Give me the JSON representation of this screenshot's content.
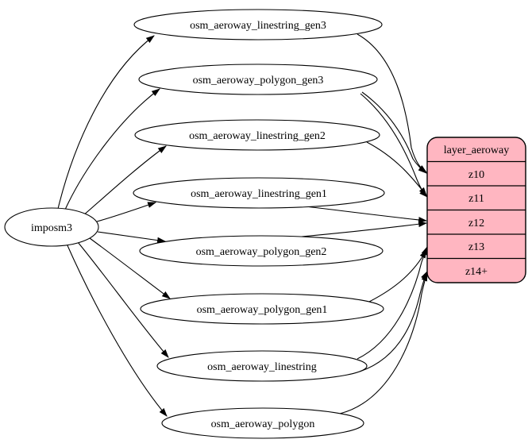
{
  "diagram": {
    "source": {
      "label": "imposm3"
    },
    "tables": [
      {
        "label": "osm_aeroway_linestring_gen3",
        "to": [
          "z10"
        ]
      },
      {
        "label": "osm_aeroway_polygon_gen3",
        "to": [
          "z10",
          "z11"
        ]
      },
      {
        "label": "osm_aeroway_linestring_gen2",
        "to": [
          "z11"
        ]
      },
      {
        "label": "osm_aeroway_linestring_gen1",
        "to": [
          "z12"
        ]
      },
      {
        "label": "osm_aeroway_polygon_gen2",
        "to": [
          "z12"
        ]
      },
      {
        "label": "osm_aeroway_polygon_gen1",
        "to": [
          "z13"
        ]
      },
      {
        "label": "osm_aeroway_linestring",
        "to": [
          "z13",
          "z14+"
        ]
      },
      {
        "label": "osm_aeroway_polygon",
        "to": [
          "z14+"
        ]
      }
    ],
    "layer_table": {
      "title": "layer_aeroway",
      "rows": [
        {
          "label": "z10"
        },
        {
          "label": "z11"
        },
        {
          "label": "z12"
        },
        {
          "label": "z13"
        },
        {
          "label": "z14+"
        }
      ]
    },
    "edges": [
      {
        "from": "imposm3",
        "to": "osm_aeroway_linestring_gen3"
      },
      {
        "from": "imposm3",
        "to": "osm_aeroway_polygon_gen3"
      },
      {
        "from": "imposm3",
        "to": "osm_aeroway_linestring_gen2"
      },
      {
        "from": "imposm3",
        "to": "osm_aeroway_linestring_gen1"
      },
      {
        "from": "imposm3",
        "to": "osm_aeroway_polygon_gen2"
      },
      {
        "from": "imposm3",
        "to": "osm_aeroway_polygon_gen1"
      },
      {
        "from": "imposm3",
        "to": "osm_aeroway_linestring"
      },
      {
        "from": "imposm3",
        "to": "osm_aeroway_polygon"
      },
      {
        "from": "osm_aeroway_linestring_gen3",
        "to": "z10"
      },
      {
        "from": "osm_aeroway_polygon_gen3",
        "to": "z10"
      },
      {
        "from": "osm_aeroway_polygon_gen3",
        "to": "z11"
      },
      {
        "from": "osm_aeroway_linestring_gen2",
        "to": "z11"
      },
      {
        "from": "osm_aeroway_linestring_gen1",
        "to": "z12"
      },
      {
        "from": "osm_aeroway_polygon_gen2",
        "to": "z12"
      },
      {
        "from": "osm_aeroway_polygon_gen1",
        "to": "z13"
      },
      {
        "from": "osm_aeroway_linestring",
        "to": "z13"
      },
      {
        "from": "osm_aeroway_linestring",
        "to": "z14+"
      },
      {
        "from": "osm_aeroway_polygon",
        "to": "z14+"
      }
    ],
    "colors": {
      "layer_fill": "#ffb6c1",
      "node_fill": "#ffffff",
      "stroke": "#000000",
      "background": "#ffffff"
    }
  }
}
